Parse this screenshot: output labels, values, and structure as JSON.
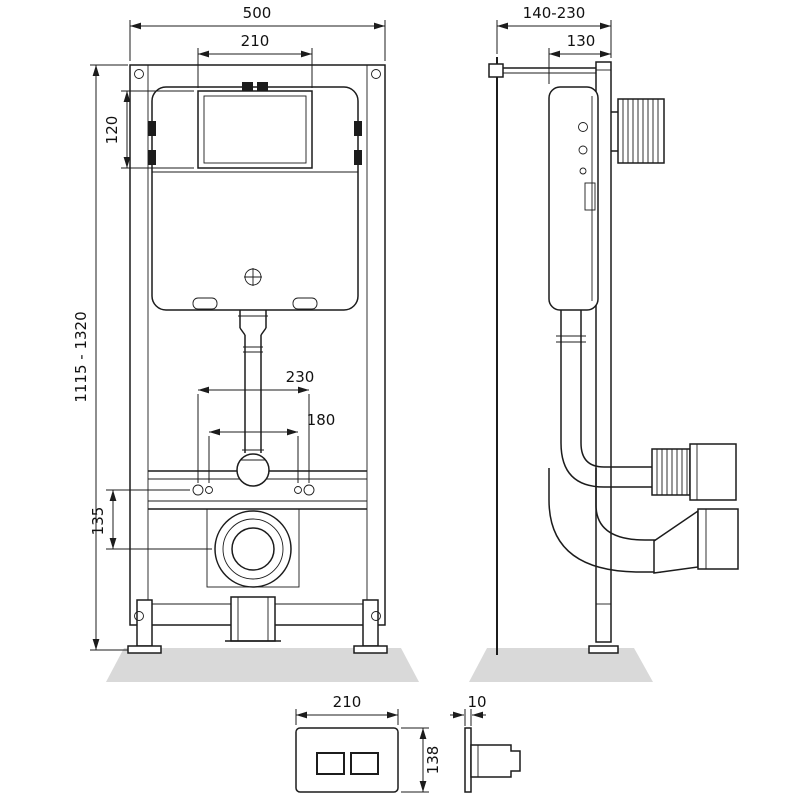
{
  "colors": {
    "line": "#1c1c1c",
    "dimension": "#1c1c1c",
    "shadow": "#d9d9d9",
    "background": "#ffffff"
  },
  "dims": {
    "front_width": "500",
    "panel_width": "210",
    "panel_height": "120",
    "height_range": "1115 - 1320",
    "bolt_spacing_outer": "230",
    "bolt_spacing_inner": "180",
    "drain_offset": "135",
    "depth_range": "140-230",
    "frame_depth": "130",
    "plate_width": "210",
    "plate_height": "138",
    "plate_thickness": "10"
  }
}
